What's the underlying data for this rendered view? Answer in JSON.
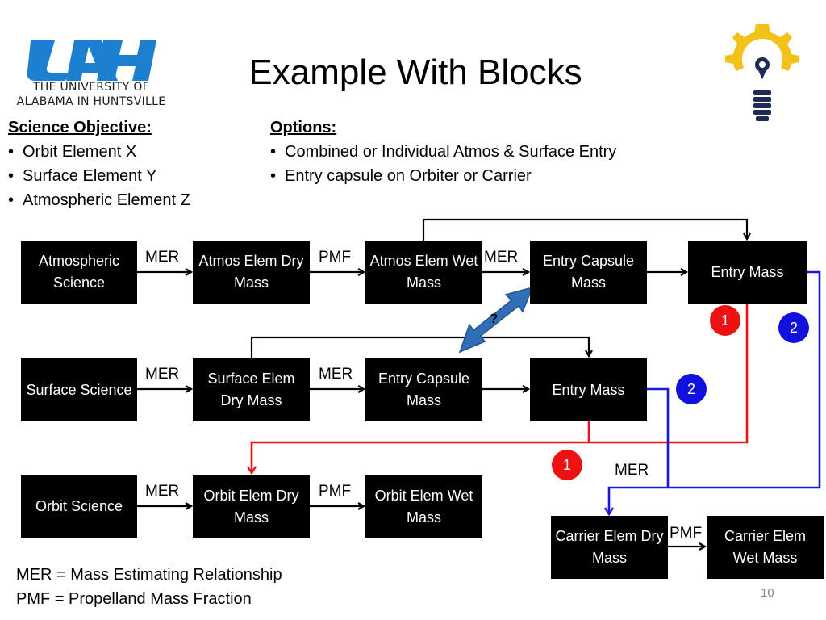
{
  "header": {
    "logo_lines": [
      "THE UNIVERSITY OF",
      "ALABAMA IN HUNTSVILLE"
    ],
    "title": "Example With Blocks"
  },
  "science_objective": {
    "heading": "Science Objective:",
    "items": [
      "Orbit Element X",
      "Surface Element Y",
      "Atmospheric Element Z"
    ]
  },
  "options": {
    "heading": "Options:",
    "items": [
      "Combined  or Individual Atmos & Surface Entry",
      "Entry capsule on Orbiter or Carrier"
    ]
  },
  "blocks": {
    "atmospheric_science": "Atmospheric Science",
    "atmos_dry": "Atmos Elem Dry Mass",
    "atmos_wet": "Atmos Elem Wet Mass",
    "entry_capsule_1": "Entry Capsule Mass",
    "entry_mass_1": "Entry Mass",
    "surface_science": "Surface Science",
    "surface_dry": "Surface Elem Dry Mass",
    "entry_capsule_2": "Entry Capsule Mass",
    "entry_mass_2": "Entry Mass",
    "orbit_science": "Orbit Science",
    "orbit_dry": "Orbit Elem Dry Mass",
    "orbit_wet": "Orbit Elem Wet Mass",
    "carrier_dry": "Carrier Elem Dry Mass",
    "carrier_wet": "Carrier Elem Wet Mass"
  },
  "edge_labels": {
    "mer": "MER",
    "pmf": "PMF",
    "question": "?"
  },
  "badges": {
    "one": "1",
    "two": "2"
  },
  "legend": {
    "mer": "MER = Mass Estimating Relationship",
    "pmf": "PMF = Propelland Mass Fraction"
  },
  "page_number": "10",
  "colors": {
    "red_path": "#e8141b",
    "blue_path": "#1a1ad6",
    "logo_blue": "#1d7fd0",
    "gear_yellow": "#f2c21b",
    "bulb_navy": "#1c2c56",
    "double_arrow": "#2f6fb8"
  }
}
